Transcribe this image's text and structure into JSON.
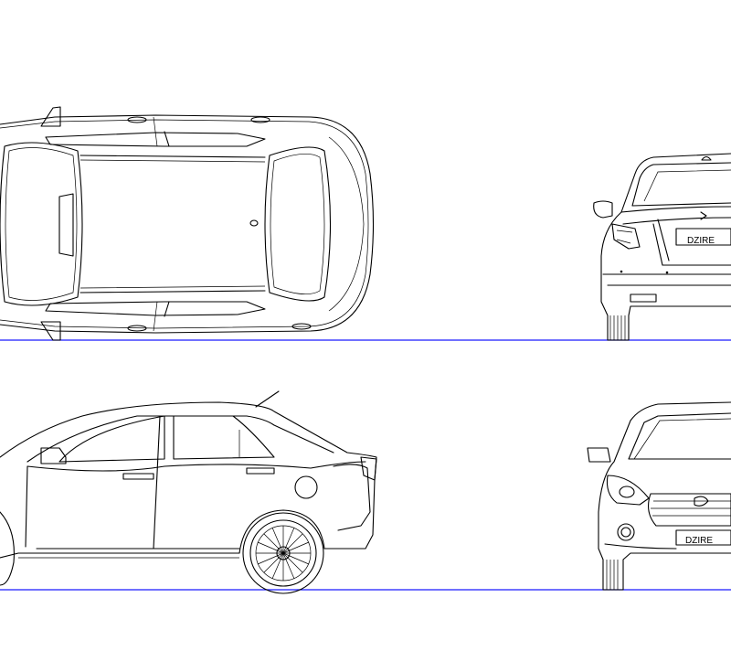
{
  "drawing": {
    "views": [
      "top",
      "rear",
      "side",
      "front"
    ],
    "rear_plate_text": "DZIRE",
    "front_plate_text": "DZIRE",
    "ground_line_color": "#1a1aff",
    "line_color": "#000000",
    "background": "#ffffff"
  }
}
